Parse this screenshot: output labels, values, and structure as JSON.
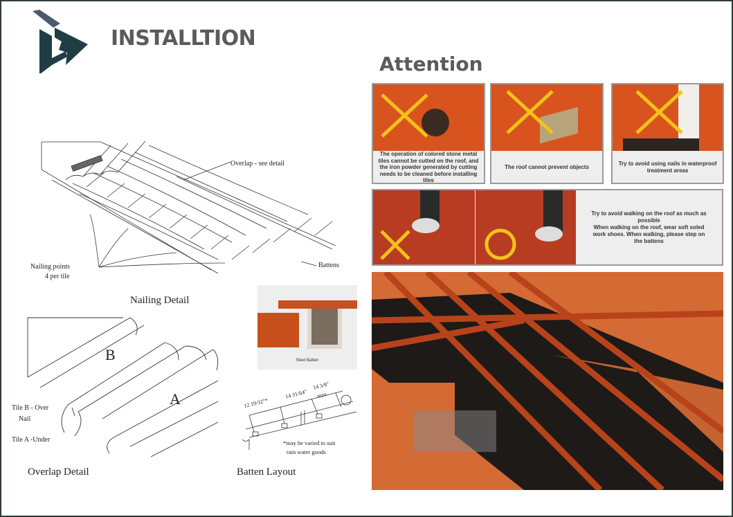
{
  "header": {
    "title": "INSTALLTION",
    "logo_icon": "company-logo"
  },
  "left": {
    "nailing": {
      "overlap_label": "Overlap - see detail",
      "nailing_points": "Nailing points",
      "per_tile": "4 per tile",
      "battens": "Battens",
      "caption": "Nailing Detail"
    },
    "overlap": {
      "tile_b": "B",
      "tile_a": "A",
      "tile_b_over": "Tile B - Over",
      "nail": "Nail",
      "tile_a_under": "Tile A -Under",
      "caption": "Overlap Detail"
    },
    "steel_batten": {
      "caption": "Steel Batten"
    },
    "batten_layout": {
      "dim1": "12 19/32\"*",
      "dim2": "14 31/64\"",
      "dim3": "14 3/8\"",
      "max": "max.",
      "note1": "*may be varied to suit",
      "note2": "rain water goods",
      "caption": "Batten Layout"
    }
  },
  "right": {
    "heading": "Attention",
    "panels": [
      {
        "text": "The operation of colored stone metal tiles cannot be cutted on the roof, and the iron powder generated by cutting needs to be cleaned before installing tiles"
      },
      {
        "text": "The roof cannot prevent objects"
      },
      {
        "text": "Try to avoid using nails in waterproof treatment areas"
      }
    ],
    "walking": {
      "line1": "Try to avoid walking on the roof as much as possible",
      "line2": "When walking on the roof, wear soft soled work shoes. When walking, please step on the battens"
    }
  },
  "colors": {
    "tile": "#d9531e",
    "mark": "#f2c21b",
    "logo": "#1f3d44",
    "title": "#5b5b5b"
  }
}
